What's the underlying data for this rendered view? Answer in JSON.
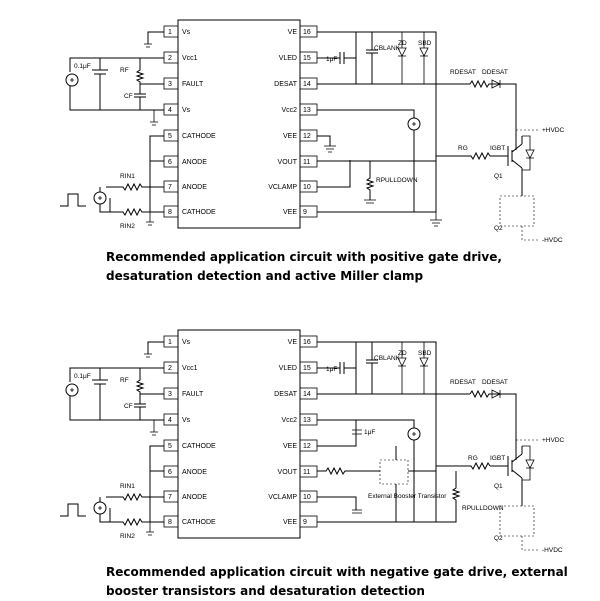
{
  "captions": {
    "c1": "Recommended application circuit with positive gate drive, desaturation detection and active Miller clamp",
    "c2": "Recommended application circuit with negative gate drive, external booster transistors and desaturation detection"
  },
  "ic": {
    "left_pins": [
      {
        "num": "1",
        "label": "Vs"
      },
      {
        "num": "2",
        "label": "Vcc1"
      },
      {
        "num": "3",
        "label": "FAULT"
      },
      {
        "num": "4",
        "label": "Vs"
      },
      {
        "num": "5",
        "label": "CATHODE"
      },
      {
        "num": "6",
        "label": "ANODE"
      },
      {
        "num": "7",
        "label": "ANODE"
      },
      {
        "num": "8",
        "label": "CATHODE"
      }
    ],
    "right_pins": [
      {
        "num": "16",
        "label": "VE"
      },
      {
        "num": "15",
        "label": "VLED"
      },
      {
        "num": "14",
        "label": "DESAT"
      },
      {
        "num": "13",
        "label": "Vcc2"
      },
      {
        "num": "12",
        "label": "VEE"
      },
      {
        "num": "11",
        "label": "VOUT"
      },
      {
        "num": "10",
        "label": "VCLAMP"
      },
      {
        "num": "9",
        "label": "VEE"
      }
    ]
  },
  "labels": {
    "cap_01uf": "0.1μF",
    "rf": "RF",
    "cf": "CF",
    "rin1": "RIN1",
    "rin2": "RIN2",
    "cap_1uf": "1μF",
    "cblank": "CBLANK",
    "zd": "ZD",
    "sbd": "SBD",
    "rdesat": "RDESAT",
    "ddesat": "DDESAT",
    "rg": "RG",
    "igbt": "IGBT",
    "q1": "Q1",
    "q2": "Q2",
    "hvdc_pos": "+HVDC",
    "hvdc_neg": "-HVDC",
    "rpulldown": "RPULLDOWN",
    "booster": "External Booster Transistor"
  }
}
